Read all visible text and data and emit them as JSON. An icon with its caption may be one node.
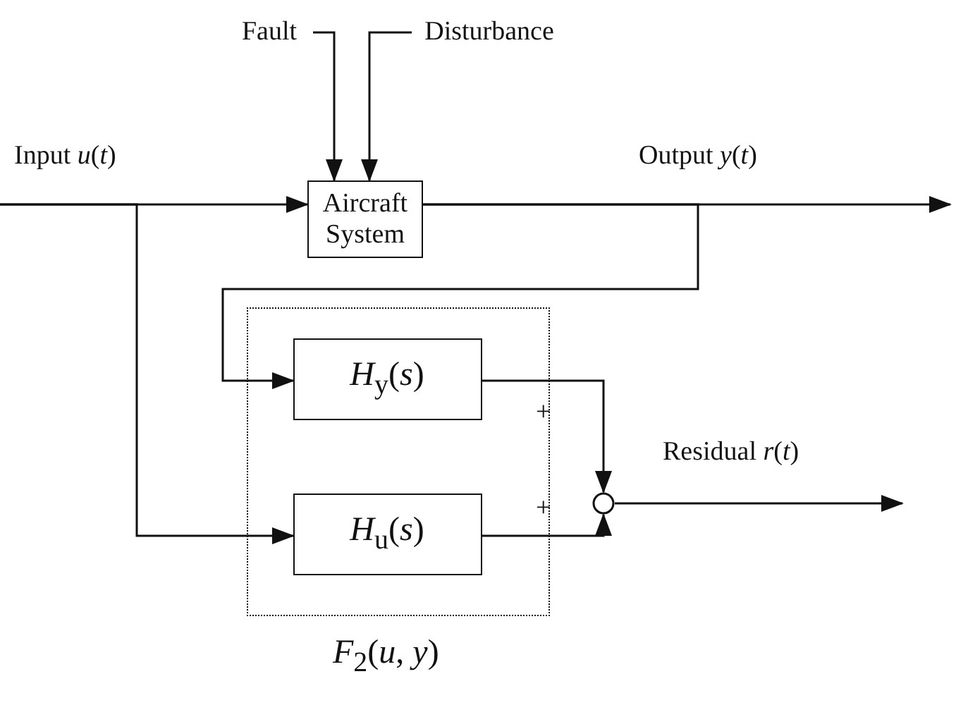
{
  "diagram": {
    "nodes": [
      {
        "text": [
          "Fault"
        ]
      },
      {
        "text": [
          "Disturbance"
        ]
      },
      {
        "text": [
          "Aircraft System"
        ]
      },
      {
        "text": [
          "*F*$_{2}$(*u*, *y*)"
        ]
      },
      {
        "text": [
          "*H*$_{y}$(*s*)"
        ],
        "in": 3
      },
      {
        "text": [
          "*H*$_{u}$(*s*)"
        ],
        "in": 3
      },
      {
        "text": [],
        "shape": "circle"
      }
    ],
    "edges": [
      {
        "from": 0,
        "to": 2,
        "arrow": "to"
      },
      {
        "from": 1,
        "to": 2,
        "arrow": "to"
      },
      {
        "from": null,
        "to": 2,
        "arrow": "to",
        "label": "Input *u*(*t*)"
      },
      {
        "from": null,
        "to": 5,
        "arrow": "to"
      },
      {
        "from": 2,
        "to": null,
        "arrow": "to",
        "label": "Output *y*(*t*)"
      },
      {
        "from": 2,
        "to": 4,
        "arrow": "to"
      },
      {
        "from": 4,
        "to": 6,
        "arrow": "to",
        "label": "+"
      },
      {
        "from": 5,
        "to": 6,
        "arrow": "to",
        "label": "+"
      },
      {
        "from": 6,
        "to": null,
        "arrow": "to",
        "label": "Residual *r*(*t*)"
      }
    ]
  }
}
